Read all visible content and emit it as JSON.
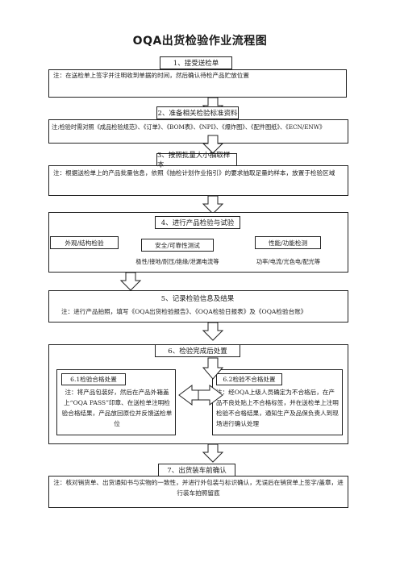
{
  "title": "OQA出货检验作业流程图",
  "steps": [
    {
      "label": "1、接受送检单",
      "note": "注：在送检单上签字并注明收到单据的时间，然后确认待检产品贮放位置"
    },
    {
      "label": "2、准备相关检验标准资料",
      "note": "注;检验时需对照《成品检验规范》、《订单》、《BOM表》、《NPI》、《爆炸图》、《配件图纸》、《ECN/ENW》"
    },
    {
      "label": "3、按照批量大小抽取样本",
      "note": "注：根据送检单上的产品批量信息，依照《抽检计划作业指引》的要求抽取足量的样本，放置于检验区域"
    },
    {
      "label": "4、进行产品检验与试验",
      "items": [
        {
          "label": "外观/结构检验",
          "detail": ""
        },
        {
          "label": "安全/可靠性测试",
          "detail": "极性/接地/耐压/绝缘/泄漏电流等"
        },
        {
          "label": "性能/功能检测",
          "detail": "功率/电流/光色电/配光等"
        }
      ]
    },
    {
      "label": "5、记录检验信息及结果",
      "note": "注：进行产品拍照，填写《OQA出货检验报告》、《OQA检验日报表》及《OQA检验台账》"
    },
    {
      "label": "6、检验完成后处置",
      "branches": [
        {
          "label": "6.1检验合格处置",
          "note": "注：将产品包装好，然后在产品外箱盖上“OQA PASS”印章、在送检单注明检验合格结果，产品放回原位并反馈送检单位"
        },
        {
          "label": "6.2检验不合格处置",
          "note": "注：经OQA上级人员确定为不合格后，在产品不良处贴上不合格标签，并在送检单上注明检验不合格结果，通知生产及品保负责人到现场进行确认处理"
        }
      ]
    },
    {
      "label": "7、出货装车前确认",
      "note": "注：核对销货单、出货通知书与实物的一致性，并进行外包装与标识确认，无误后在销货单上签字/盖章，进行装车拍照留底"
    }
  ]
}
